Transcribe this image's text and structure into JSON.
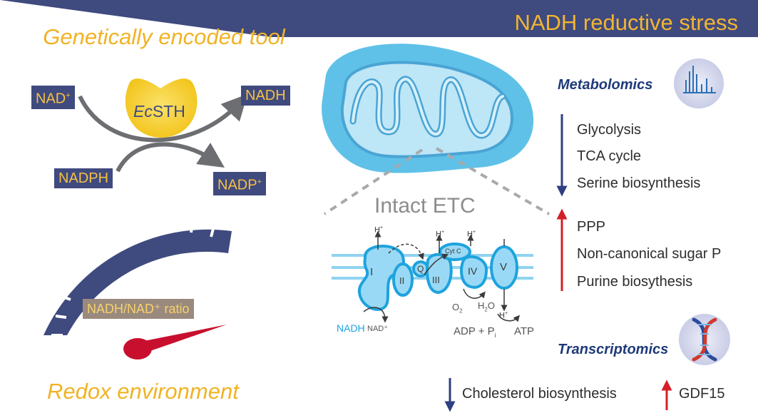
{
  "title": "NADH reductive stress",
  "tool": {
    "heading": "Genetically encoded tool",
    "enzyme_prefix": "Ec",
    "enzyme_suffix": "STH",
    "nad_plus": "NAD",
    "nadh": "NADH",
    "nadph": "NADPH",
    "nadp_plus": "NADP"
  },
  "gauge": {
    "ratio_label": "NADH/NAD⁺ ratio",
    "caption": "Redox environment"
  },
  "etc": {
    "title": "Intact ETC",
    "complexes": [
      "I",
      "II",
      "Q",
      "III",
      "Cyt C",
      "IV",
      "V"
    ],
    "proton": "H",
    "nadh": "NADH",
    "nad": "NAD⁺",
    "o2": "O",
    "h2o": "H",
    "adp": "ADP + P",
    "atp": "ATP"
  },
  "metabolomics": {
    "label": "Metabolomics",
    "down": [
      "Glycolysis",
      "TCA cycle",
      "Serine biosynthesis"
    ],
    "up": [
      "PPP",
      "Non-canonical sugar P",
      "Purine biosythesis"
    ]
  },
  "transcriptomics": {
    "label": "Transcriptomics",
    "down": "Cholesterol biosynthesis",
    "up": "GDF15"
  },
  "colors": {
    "navy": "#3f4a7e",
    "gold": "#f0b323",
    "blue": "#29a8e0",
    "red": "#d42027"
  }
}
